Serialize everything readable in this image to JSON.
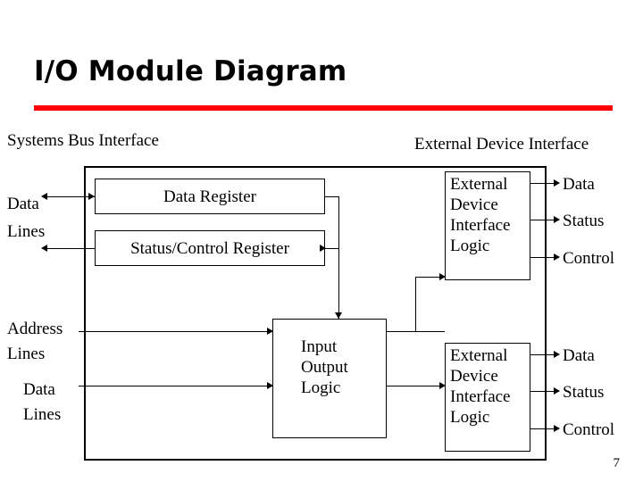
{
  "slide": {
    "title": "I/O Module Diagram",
    "page_number": "7",
    "accent_color": "#ff0000",
    "background": "#ffffff",
    "line_color": "#000000"
  },
  "headings": {
    "left": "Systems Bus Interface",
    "right": "External Device Interface"
  },
  "bus_labels": [
    {
      "line1": "Data",
      "line2": "Lines"
    },
    {
      "line1": "Address",
      "line2": "Lines"
    },
    {
      "line1": "Data",
      "line2": "Lines"
    }
  ],
  "boxes": {
    "data_register": "Data Register",
    "status_control_register": "Status/Control Register",
    "io_logic": "Input\nOutput\nLogic",
    "ext_logic_top": "External\nDevice\nInterface\nLogic",
    "ext_logic_bottom": "External\nDevice\nInterface\nLogic"
  },
  "device_signals_top": [
    "Data",
    "Status",
    "Control"
  ],
  "device_signals_bottom": [
    "Data",
    "Status",
    "Control"
  ]
}
